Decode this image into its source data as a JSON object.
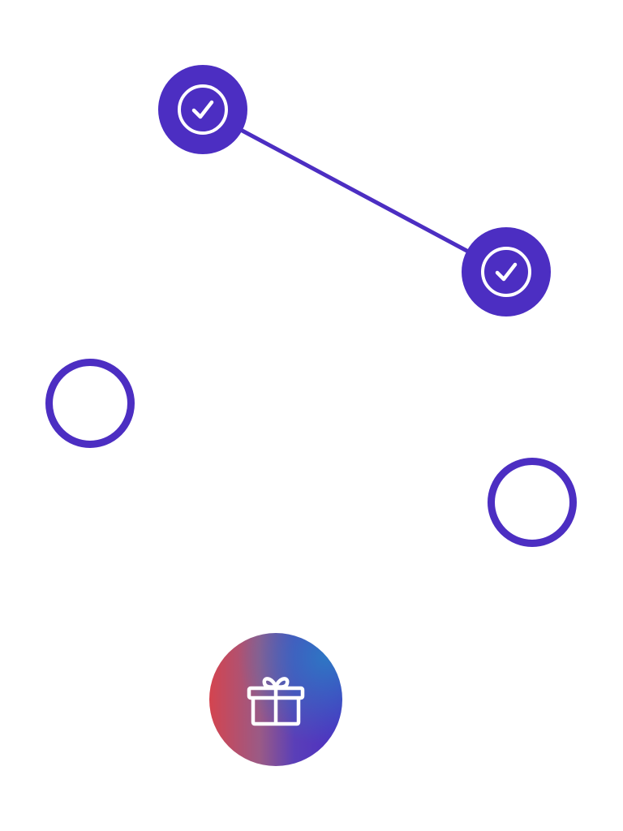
{
  "colors": {
    "accent": "#4c2ec2",
    "background": "#ffffff",
    "reward_gradient": [
      "#d4444f",
      "#9a5a86",
      "#4c2ec2",
      "#2c7ac4"
    ]
  },
  "path": {
    "steps": [
      {
        "status": "completed",
        "icon": "check-circle-icon"
      },
      {
        "status": "completed",
        "icon": "check-circle-icon"
      },
      {
        "status": "locked",
        "icon": ""
      },
      {
        "status": "locked",
        "icon": ""
      }
    ],
    "completed_steps": 2,
    "total_steps": 4,
    "reward": {
      "icon": "gift-icon"
    }
  }
}
